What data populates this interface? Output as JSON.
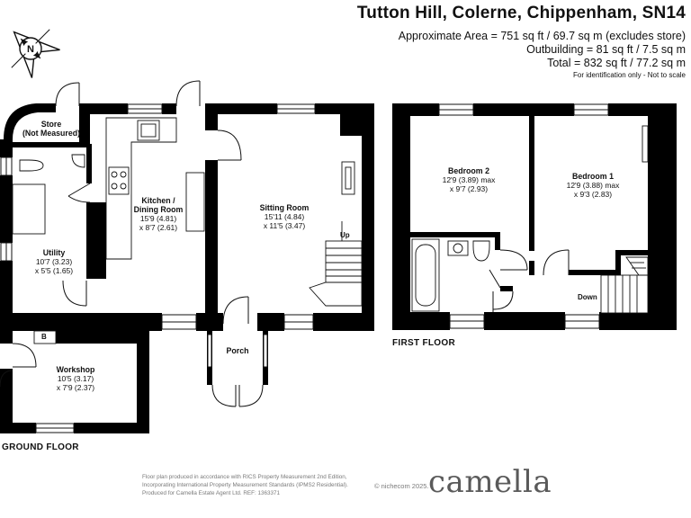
{
  "header": {
    "address": "Tutton Hill, Colerne, Chippenham, SN14",
    "area_lines": [
      "Approximate Area = 751 sq ft / 69.7 sq m (excludes store)",
      "Outbuilding = 81 sq ft / 7.5 sq m",
      "Total = 832 sq ft / 77.2 sq m"
    ],
    "note": "For identification only - Not to scale"
  },
  "compass": {
    "letter": "N"
  },
  "ground_floor": {
    "label": "GROUND FLOOR",
    "rooms": {
      "store": {
        "name": "Store",
        "detail": "(Not Measured)"
      },
      "utility": {
        "name": "Utility",
        "dim1": "10'7 (3.23)",
        "dim2": "x 5'5 (1.65)"
      },
      "kitchen": {
        "name_line1": "Kitchen /",
        "name_line2": "Dining Room",
        "dim1": "15'9 (4.81)",
        "dim2": "x 8'7 (2.61)"
      },
      "sitting": {
        "name": "Sitting Room",
        "dim1": "15'11 (4.84)",
        "dim2": "x 11'5 (3.47)"
      },
      "porch": {
        "name": "Porch"
      },
      "workshop": {
        "name": "Workshop",
        "dim1": "10'5 (3.17)",
        "dim2": "x 7'9 (2.37)"
      }
    },
    "stairs_label": "Up",
    "boiler_label": "B"
  },
  "first_floor": {
    "label": "FIRST FLOOR",
    "rooms": {
      "bedroom2": {
        "name": "Bedroom 2",
        "dim1": "12'9 (3.89) max",
        "dim2": "x 9'7 (2.93)"
      },
      "bedroom1": {
        "name": "Bedroom 1",
        "dim1": "12'9 (3.88) max",
        "dim2": "x 9'3 (2.83)"
      }
    },
    "stairs_label": "Down"
  },
  "footer": {
    "lines": [
      "Floor plan produced in accordance with RICS Property Measurement 2nd Edition,",
      "Incorporating International Property Measurement Standards (IPMS2 Residential).",
      "Produced for Camella Estate Agent Ltd.   REF: 1363371"
    ],
    "copyright": "© nichecom 2025.",
    "brand": "camella"
  }
}
